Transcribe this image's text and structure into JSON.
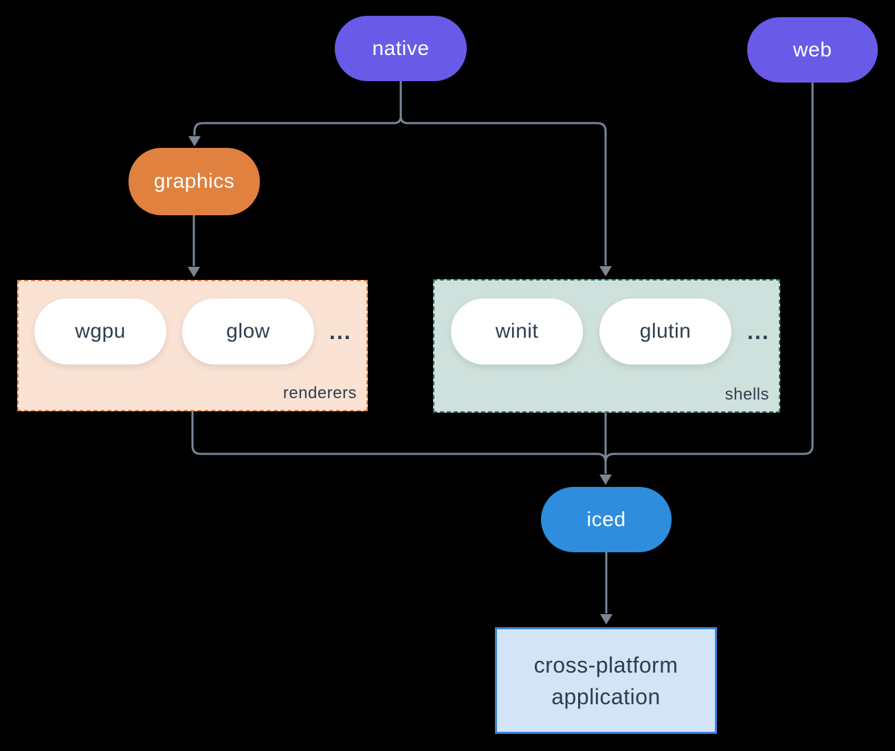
{
  "colors": {
    "background": "#000000",
    "purple": "#6A5AE8",
    "orange": "#E08140",
    "blue": "#2E8EDD",
    "renderers-fill": "#FAE3D5",
    "renderers-border": "#E08140",
    "shells-fill": "#CFE1DC",
    "shells-border": "#26786A",
    "app-fill": "#D4E4F7",
    "app-border": "#3A87D8",
    "edge": "#7A8796",
    "text-dark": "#2F3E4E",
    "text-light": "#FFFFFF"
  },
  "nodes": {
    "native": {
      "label": "native"
    },
    "web": {
      "label": "web"
    },
    "graphics": {
      "label": "graphics"
    },
    "wgpu": {
      "label": "wgpu"
    },
    "glow": {
      "label": "glow"
    },
    "winit": {
      "label": "winit"
    },
    "glutin": {
      "label": "glutin"
    },
    "iced": {
      "label": "iced"
    },
    "application": {
      "label_line1": "cross-platform",
      "label_line2": "application"
    }
  },
  "groups": {
    "renderers": {
      "label": "renderers",
      "ellipsis": "..."
    },
    "shells": {
      "label": "shells",
      "ellipsis": "..."
    }
  },
  "edges": [
    {
      "from": "native",
      "to": "graphics"
    },
    {
      "from": "native",
      "to": "shells"
    },
    {
      "from": "graphics",
      "to": "renderers"
    },
    {
      "from": "renderers",
      "to": "iced"
    },
    {
      "from": "shells",
      "to": "iced"
    },
    {
      "from": "web",
      "to": "iced"
    },
    {
      "from": "iced",
      "to": "application"
    }
  ]
}
